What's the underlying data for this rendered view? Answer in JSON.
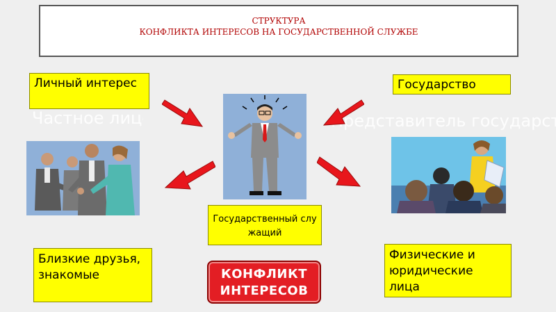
{
  "title": {
    "line1": "СТРУКТУРА",
    "line2": "КОНФЛИКТА ИНТЕРЕСОВ НА ГОСУДАРСТВЕННОЙ СЛУЖБЕ"
  },
  "boxes": {
    "personal_interest": "Личный интерес",
    "state": "Государство",
    "civil_servant": "Государственный служащий",
    "friends": "Близкие друзья, знакомые",
    "persons": "Физические и юридические лица"
  },
  "ghost_text": {
    "private_person": "Частное лицо",
    "state_representative": "Представитель государства"
  },
  "conflict_button": "КОНФЛИКТ ИНТЕРЕСОВ",
  "colors": {
    "box_fill": "#ffff00",
    "arrow": "#e8161c",
    "title_text": "#b00000",
    "picture_bg": "#8fb0d8",
    "conflict_fill": "#e31e24"
  },
  "icons": [
    "handshake-people-picture",
    "civil-servant-figure",
    "meeting-people-picture",
    "arrow-icon"
  ]
}
